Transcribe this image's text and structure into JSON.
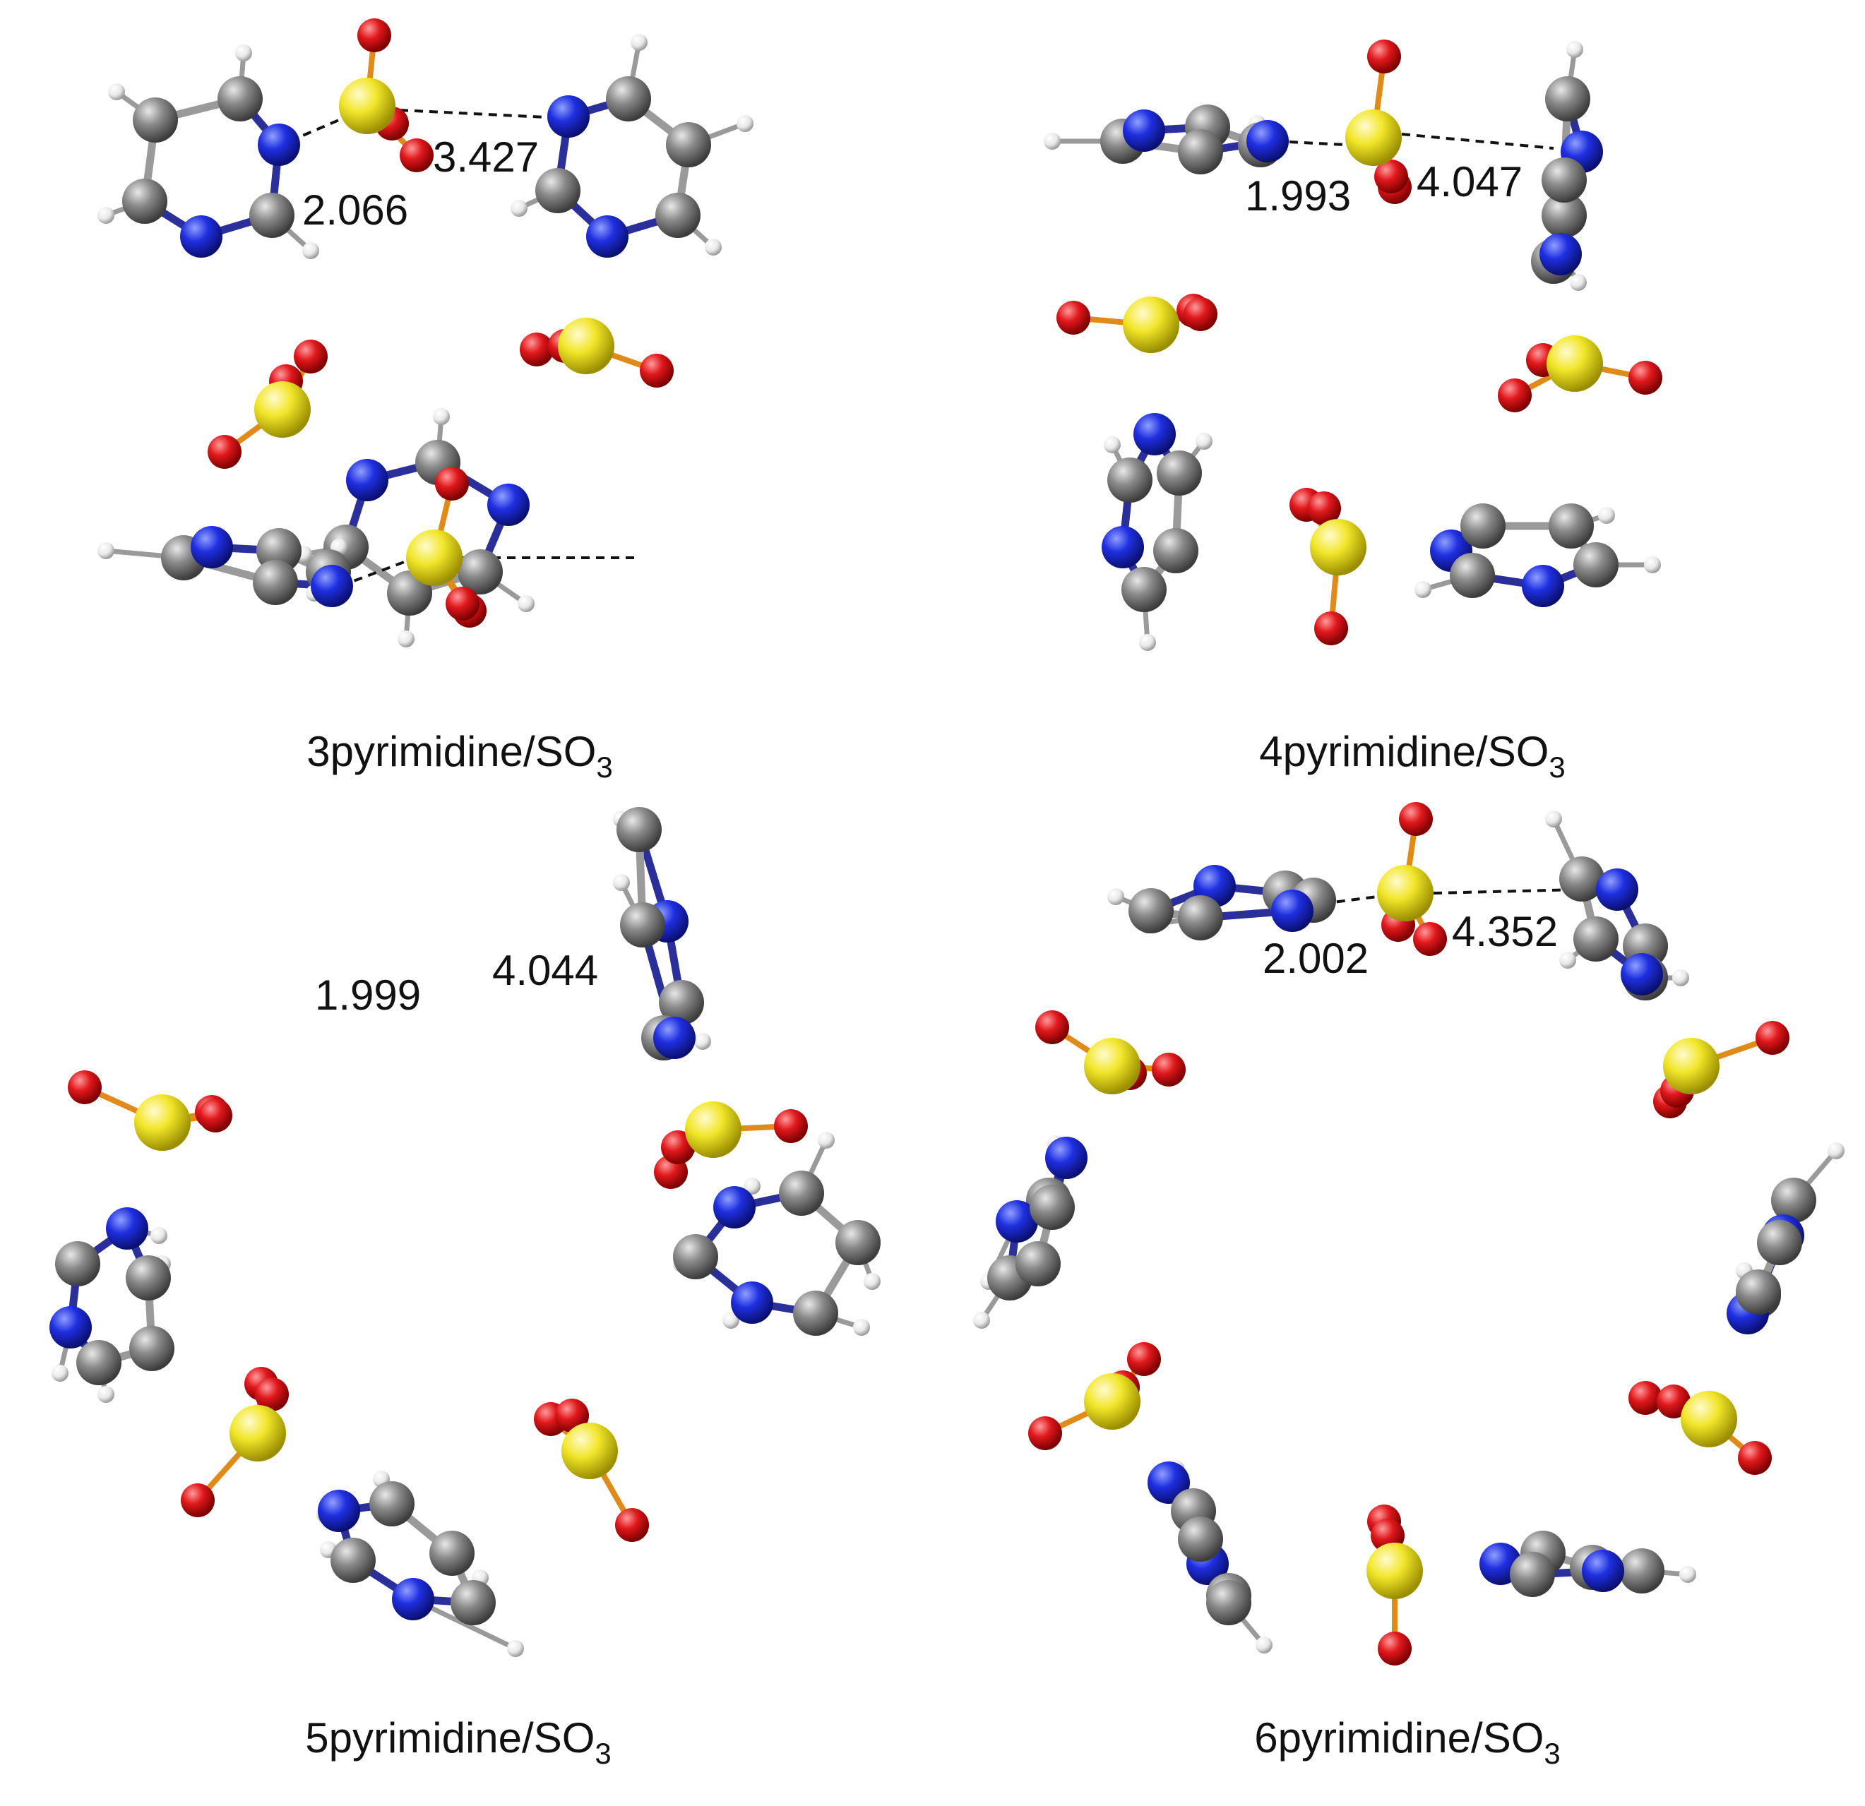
{
  "panels": [
    {
      "id": "p3",
      "caption_base": "3pyrimidine/SO",
      "caption_sub": "3",
      "distances": [
        "2.066",
        "3.427"
      ]
    },
    {
      "id": "p4",
      "caption_base": "4pyrimidine/SO",
      "caption_sub": "3",
      "distances": [
        "1.993",
        "4.047"
      ]
    },
    {
      "id": "p5",
      "caption_base": "5pyrimidine/SO",
      "caption_sub": "3",
      "distances": [
        "1.999",
        "4.044"
      ]
    },
    {
      "id": "p6",
      "caption_base": "6pyrimidine/SO",
      "caption_sub": "3",
      "distances": [
        "2.002",
        "4.352"
      ]
    }
  ],
  "colors": {
    "carbon": "#7a7a7a",
    "nitrogen": "#1f2fe0",
    "hydrogen": "#f2f2f2",
    "sulfur": "#f2e62a",
    "oxygen": "#e0181c",
    "bond_cc": "#9a9a9a",
    "bond_n": "#2a2f9a",
    "bond_so": "#e08a1a",
    "contact_line": "#111111"
  }
}
